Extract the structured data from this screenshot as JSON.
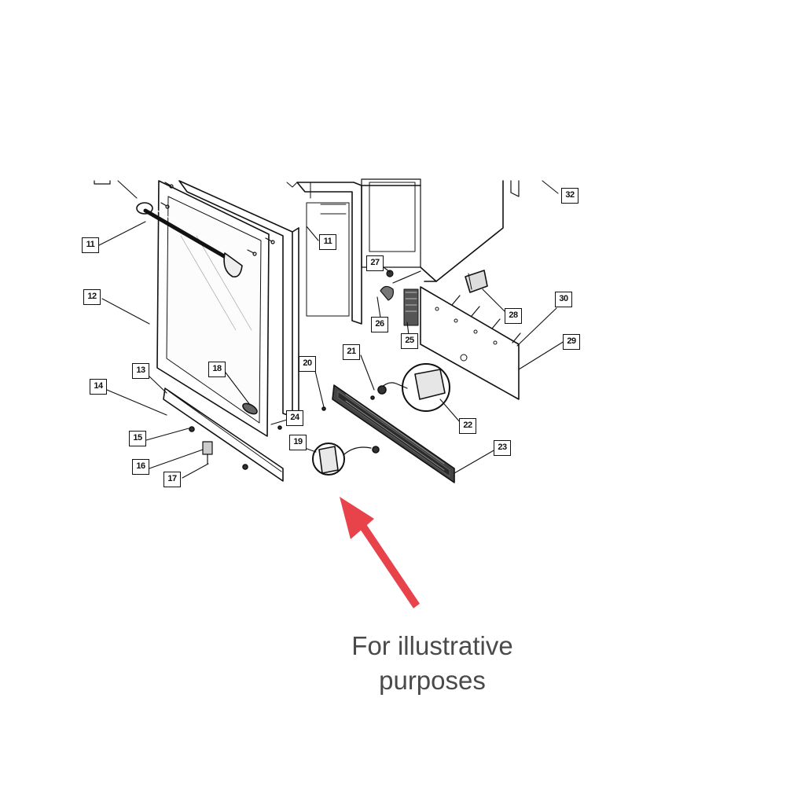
{
  "caption": {
    "line1": "For illustrative",
    "line2": "purposes"
  },
  "callouts": [
    "11",
    "11",
    "12",
    "13",
    "14",
    "15",
    "16",
    "17",
    "18",
    "19",
    "20",
    "21",
    "22",
    "23",
    "24",
    "25",
    "26",
    "27",
    "28",
    "29",
    "30",
    "32"
  ],
  "colors": {
    "line": "#111111",
    "arrow": "#e8434b",
    "caption": "#4a4a4a"
  }
}
